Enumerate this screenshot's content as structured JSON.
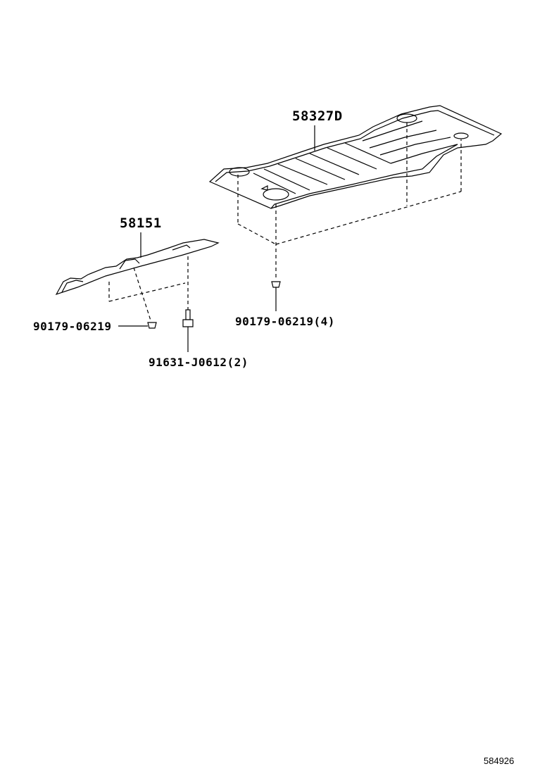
{
  "diagram": {
    "type": "parts-exploded-view",
    "parts": [
      {
        "id": "58327D",
        "label": "58327D",
        "description": "large under cover panel"
      },
      {
        "id": "58151",
        "label": "58151",
        "description": "small under cover panel"
      },
      {
        "id": "90179-06219-left",
        "label": "90179-06219",
        "description": "clip nut"
      },
      {
        "id": "91631-J0612",
        "label": "91631-J0612(2)",
        "description": "bolt, qty 2"
      },
      {
        "id": "90179-06219-right",
        "label": "90179-06219(4)",
        "description": "clip nut, qty 4"
      }
    ],
    "reference_number": "584926"
  }
}
